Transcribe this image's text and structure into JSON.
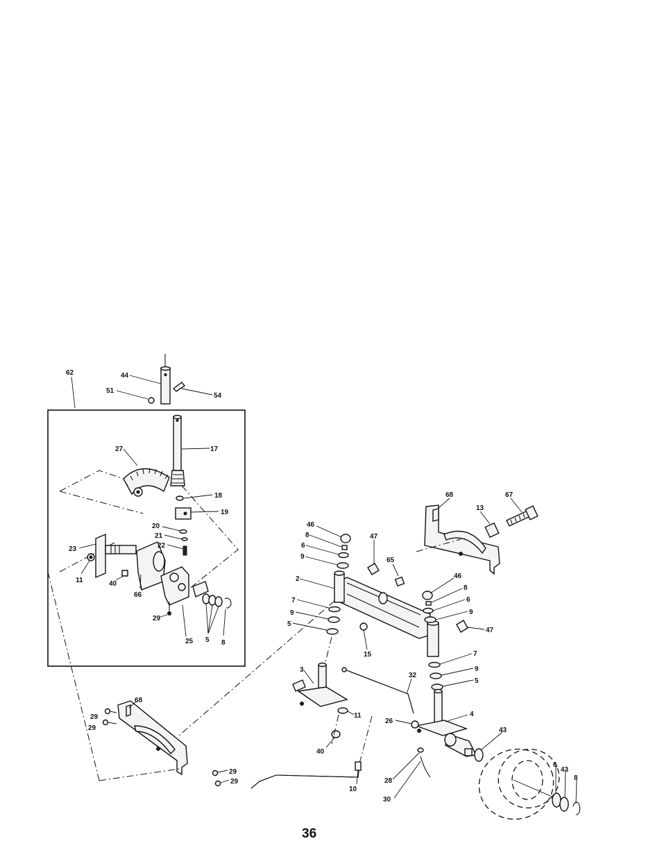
{
  "page_number": "36",
  "callouts": {
    "c62": "62",
    "c44": "44",
    "c51": "51",
    "c54": "54",
    "c27": "27",
    "c17": "17",
    "c18": "18",
    "c19": "19",
    "c20": "20",
    "c21": "21",
    "c22": "22",
    "c23": "23",
    "c11a": "11",
    "c40a": "40",
    "c66": "66",
    "c29a": "29",
    "c25": "25",
    "c5a": "5",
    "c8a": "8",
    "c68a": "68",
    "c67": "67",
    "c13": "13",
    "c46a": "46",
    "c8b": "8",
    "c47a": "47",
    "c6a": "6",
    "c9a": "9",
    "c65": "65",
    "c46b": "46",
    "c2": "2",
    "c8c": "8",
    "c6b": "6",
    "c7a": "7",
    "c9b": "9",
    "c9c": "9",
    "c5b": "5",
    "c47b": "47",
    "c15": "15",
    "c3": "3",
    "c7b": "7",
    "c32": "32",
    "c9d": "9",
    "c11b": "11",
    "c5c": "5",
    "c68b": "68",
    "c29b": "29",
    "c29c": "29",
    "c26": "26",
    "c4": "4",
    "c40b": "40",
    "c43a": "43",
    "c28": "28",
    "c29d": "29",
    "c29e": "29",
    "c10": "10",
    "c30": "30",
    "c6c": "6",
    "c43b": "43",
    "c8d": "8"
  }
}
